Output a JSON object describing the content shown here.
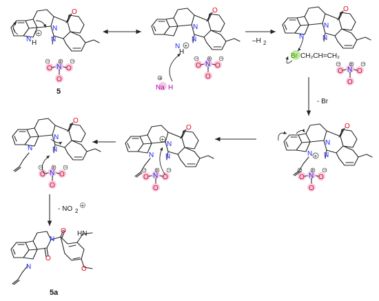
{
  "labels": {
    "compound_5": "5",
    "compound_5a": "5a",
    "minus_h2": "–H",
    "minus_h2_sub": "2",
    "minus_br": "- Br",
    "minus_no2": "- NO",
    "minus_no2_sub": "2",
    "reagent_na": "Na",
    "reagent_h": "H",
    "alkyl_br": "Br",
    "alkyl_chain": "CH₂CH=CH₂"
  },
  "atoms": {
    "N": "N",
    "O": "O",
    "H": "H",
    "plus": "+",
    "minus": "−"
  },
  "colors": {
    "oxygen": "#e0001a",
    "nitrogen": "#1a1aff",
    "sodium": "#b000b0",
    "bromine": "#3a9a00",
    "bond": "#222222"
  }
}
